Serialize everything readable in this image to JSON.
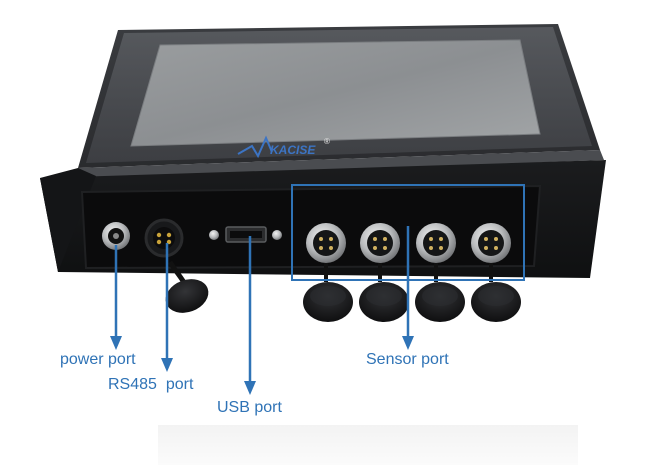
{
  "image": {
    "subject": "black touchscreen controller box with front I/O panel",
    "annotation_color": "#2f73b6"
  },
  "device": {
    "brand_logo": "KACISE",
    "registered_mark": "®"
  },
  "callouts": {
    "power": "power port",
    "rs485": "RS485  port",
    "usb": "USB port",
    "sensor": "Sensor port"
  }
}
